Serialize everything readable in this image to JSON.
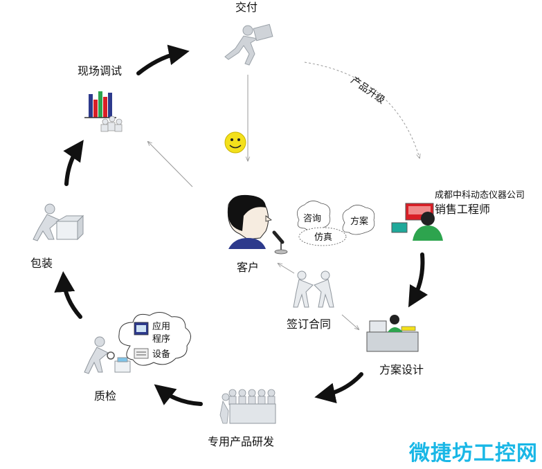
{
  "nodes": {
    "delivery": "交付",
    "site_debug": "现场调试",
    "packaging": "包装",
    "quality_check": "质检",
    "dedicated_rd": "专用产品研发",
    "solution_design": "方案设计",
    "sign_contract": "签订合同",
    "customer": "客户",
    "company": "成都中科动态仪器公司",
    "sales_engineer": "销售工程师",
    "product_upgrade": "产品升级"
  },
  "bubbles": {
    "consult": "咨询",
    "simulate": "仿真",
    "proposal": "方案"
  },
  "cloud_items": {
    "app": "应用",
    "program": "程序",
    "device": "设备"
  },
  "watermark": "微捷坊工控网",
  "colors": {
    "cycle_arrow": "#111111",
    "thin_arrow": "#9a9a9a",
    "watermark": "#19b7e6",
    "smiley": "#f3e01c",
    "accent_red": "#d91f26",
    "accent_green": "#2da44e"
  }
}
